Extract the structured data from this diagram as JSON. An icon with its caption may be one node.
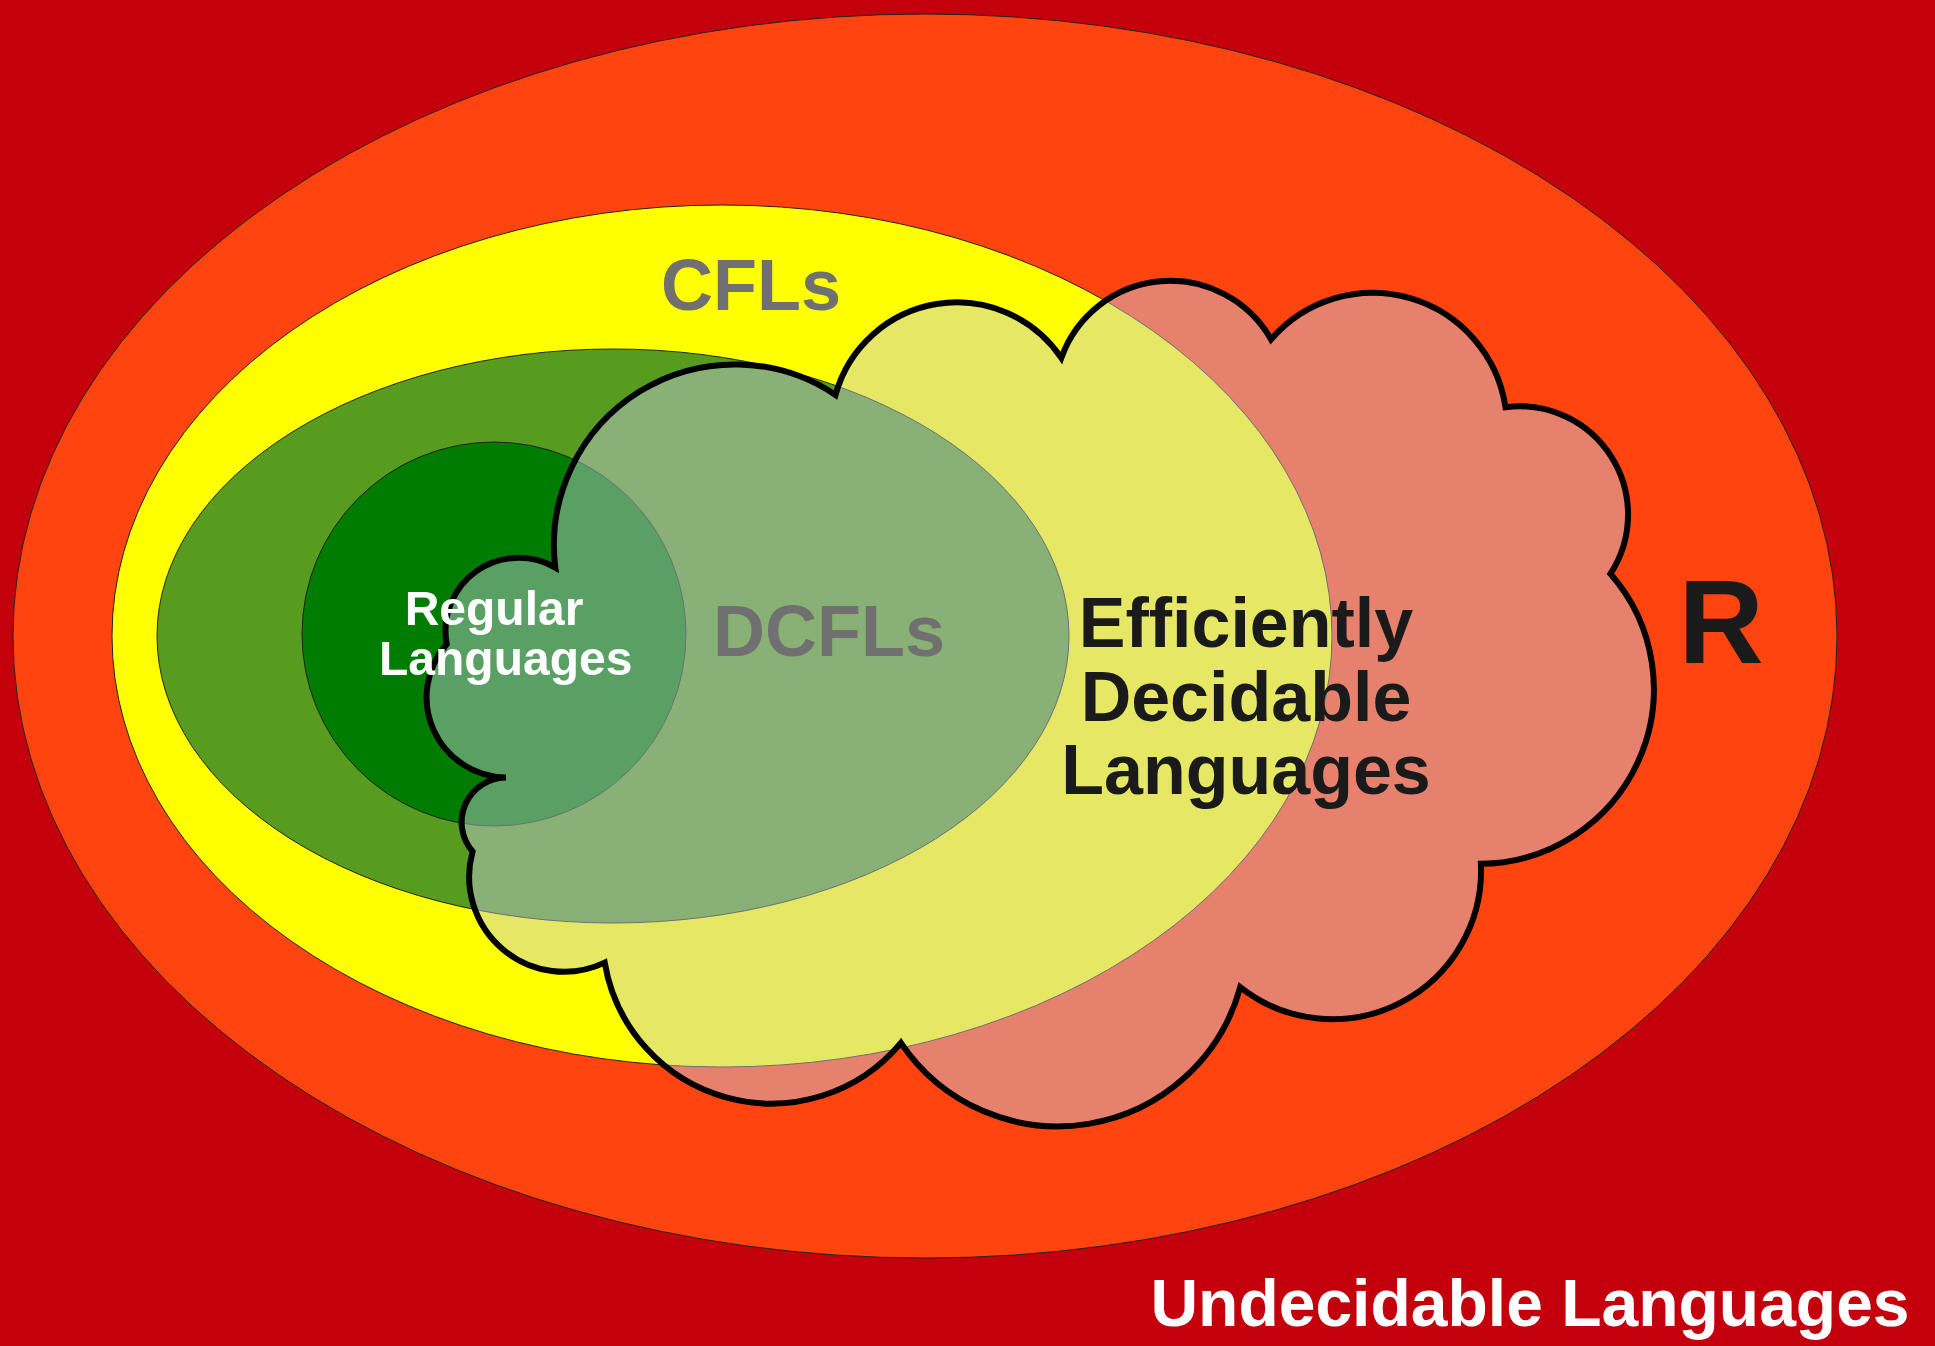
{
  "diagram": {
    "nodes": [
      {
        "text": [
          "Undecidable Languages"
        ]
      },
      {
        "text": [
          "R"
        ],
        "in": 0
      },
      {
        "text": [
          "CFLs"
        ],
        "in": 1
      },
      {
        "text": [
          "DCFLs"
        ],
        "in": 2
      },
      {
        "text": [
          "Regular Languages"
        ],
        "in": 3
      },
      {
        "text": [
          "Efficiently Decidable Languages"
        ],
        "in": 1
      }
    ]
  }
}
